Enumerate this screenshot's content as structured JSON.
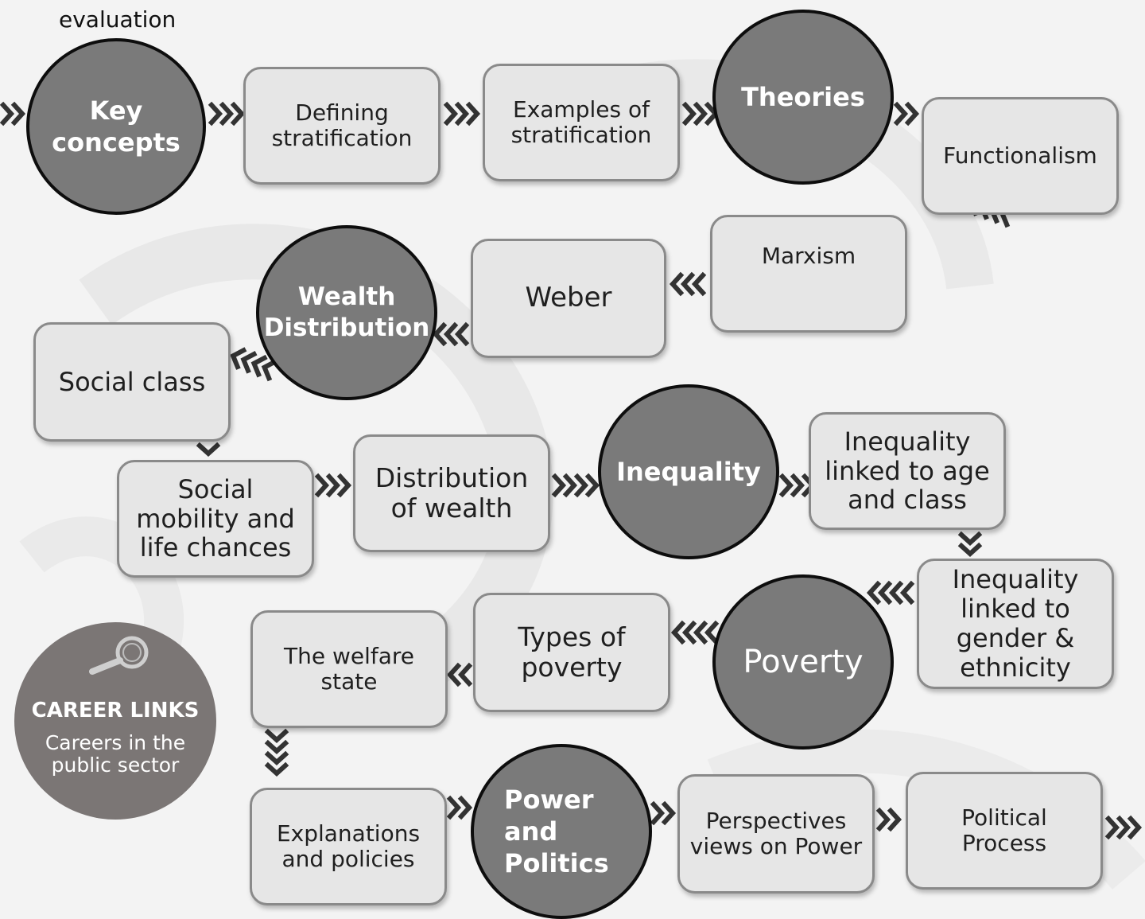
{
  "top_label": "evaluation",
  "nodes": {
    "key_concepts": "Key concepts",
    "defining_stratification": "Defining stratification",
    "examples_stratification": "Examples of stratification",
    "theories": "Theories",
    "functionalism": "Functionalism",
    "marxism": "Marxism",
    "weber": "Weber",
    "wealth_distribution": "Wealth Distribution",
    "social_class": "Social class",
    "social_mobility": "Social mobility and life chances",
    "distribution_wealth": "Distribution of wealth",
    "inequality": "Inequality",
    "inequality_age_class": "Inequality linked to age and class",
    "inequality_gender": "Inequality linked to gender & ethnicity",
    "poverty": "Poverty",
    "types_poverty": "Types of poverty",
    "welfare_state": "The welfare state",
    "explanations_policies": "Explanations and policies",
    "power_politics": "Power and Politics",
    "perspectives_power": "Perspectives views on Power",
    "political_process": "Political Process"
  },
  "career": {
    "title": "CAREER LINKS",
    "subtitle": "Careers in the public sector",
    "icon": "magnifying-glass-icon"
  },
  "colors": {
    "circle_fill": "#7a7a7a",
    "circle_border": "#0d0d0d",
    "box_fill": "#e6e6e6",
    "box_border": "#8a8a8a",
    "career_fill": "#7b7675",
    "arrow": "#333333"
  }
}
